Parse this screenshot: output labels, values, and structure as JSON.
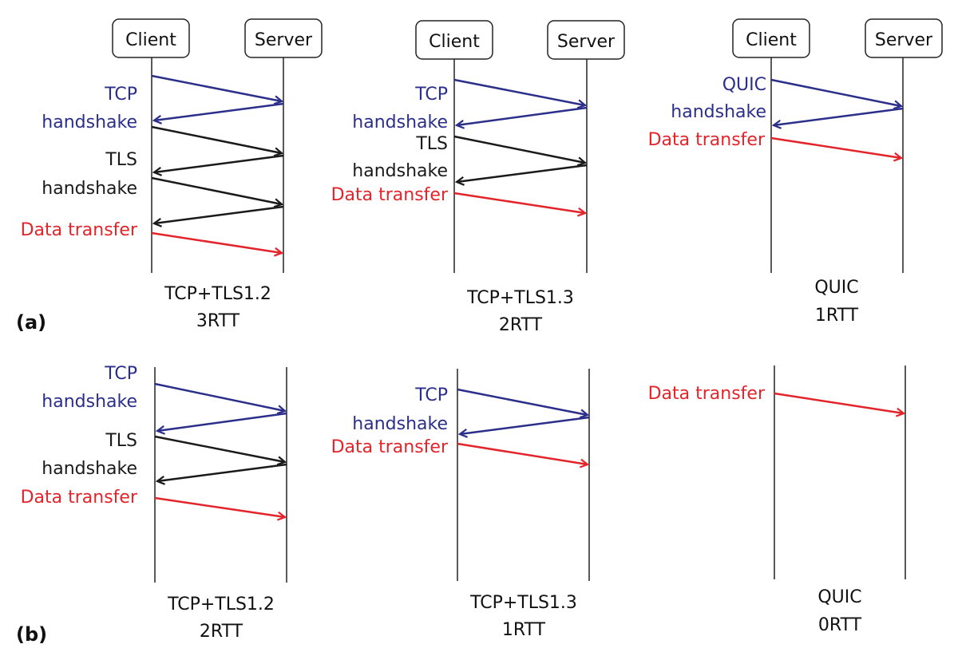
{
  "colors": {
    "tcp": "#2b2f8a",
    "tls": "#1a1a1a",
    "data": "#e3242b",
    "line": "#222222"
  },
  "parts": {
    "a": "(a)",
    "b": "(b)"
  },
  "endpoints": {
    "client": "Client",
    "server": "Server"
  },
  "panels": {
    "a1": {
      "title1": "TCP+TLS1.2",
      "title2": "3RTT",
      "labels": {
        "tcp1": "TCP",
        "tcp2": "handshake",
        "tls1": "TLS",
        "tls2": "handshake",
        "data": "Data transfer"
      }
    },
    "a2": {
      "title1": "TCP+TLS1.3",
      "title2": "2RTT",
      "labels": {
        "tcp1": "TCP",
        "tcp2": "handshake",
        "tls1": "TLS",
        "tls2": "handshake",
        "data": "Data transfer"
      }
    },
    "a3": {
      "title1": "QUIC",
      "title2": "1RTT",
      "labels": {
        "quic1": "QUIC",
        "quic2": "handshake",
        "data": "Data transfer"
      }
    },
    "b1": {
      "title1": "TCP+TLS1.2",
      "title2": "2RTT",
      "labels": {
        "tcp1": "TCP",
        "tcp2": "handshake",
        "tls1": "TLS",
        "tls2": "handshake",
        "data": "Data transfer"
      }
    },
    "b2": {
      "title1": "TCP+TLS1.3",
      "title2": "1RTT",
      "labels": {
        "tcp1": "TCP",
        "tcp2": "handshake",
        "data": "Data transfer"
      }
    },
    "b3": {
      "title1": "QUIC",
      "title2": "0RTT",
      "labels": {
        "data": "Data transfer"
      }
    }
  }
}
